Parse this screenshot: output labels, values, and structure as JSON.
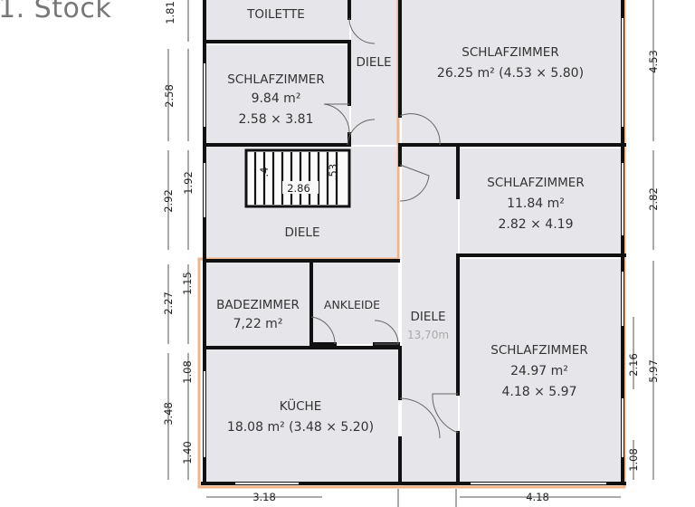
{
  "floor": "1. Stock",
  "rooms": {
    "toilette": {
      "name": "TOILETTE"
    },
    "schlaf_top_left": {
      "name": "SCHLAFZIMMER",
      "area": "9.84 m²",
      "dims": "2.58 × 3.81"
    },
    "diele_top": {
      "name": "DIELE"
    },
    "schlaf_big": {
      "name": "SCHLAFZIMMER",
      "area": "26.25 m² (4.53 × 5.80)"
    },
    "schlaf_mid_right": {
      "name": "SCHLAFZIMMER",
      "area": "11.84 m²",
      "dims": "2.82 × 4.19"
    },
    "diele_left": {
      "name": "DIELE"
    },
    "badezimmer": {
      "name": "BADEZIMMER",
      "area": "7,22 m²"
    },
    "ankleide": {
      "name": "ANKLEIDE"
    },
    "diele_center": {
      "name": "DIELE",
      "area": "13,70m"
    },
    "schlaf_bottom_right": {
      "name": "SCHLAFZIMMER",
      "area": "24.97 m²",
      "dims": "4.18 × 5.97"
    },
    "kueche": {
      "name": "KÜCHE",
      "area": "18.08 m² (3.48 × 5.20)"
    }
  },
  "stairs": {
    "width": "2.86",
    "left": ".4",
    "right": ".53"
  },
  "dimensions": {
    "left_1_81": "1.81",
    "left_2_58": "2.58",
    "left_1_92": "1.92",
    "left_2_92": "2.92",
    "left_1_15": "1.15",
    "left_2_27": "2.27",
    "left_1_08": "1.08",
    "left_3_48": "3.48",
    "left_1_40": "1.40",
    "right_4_53": "4.53",
    "right_2_82": "2.82",
    "right_2_16": "2.16",
    "right_5_97": "5.97",
    "right_1_08": "1.08",
    "bottom_3_18": "3.18",
    "bottom_4_18": "4.18"
  }
}
